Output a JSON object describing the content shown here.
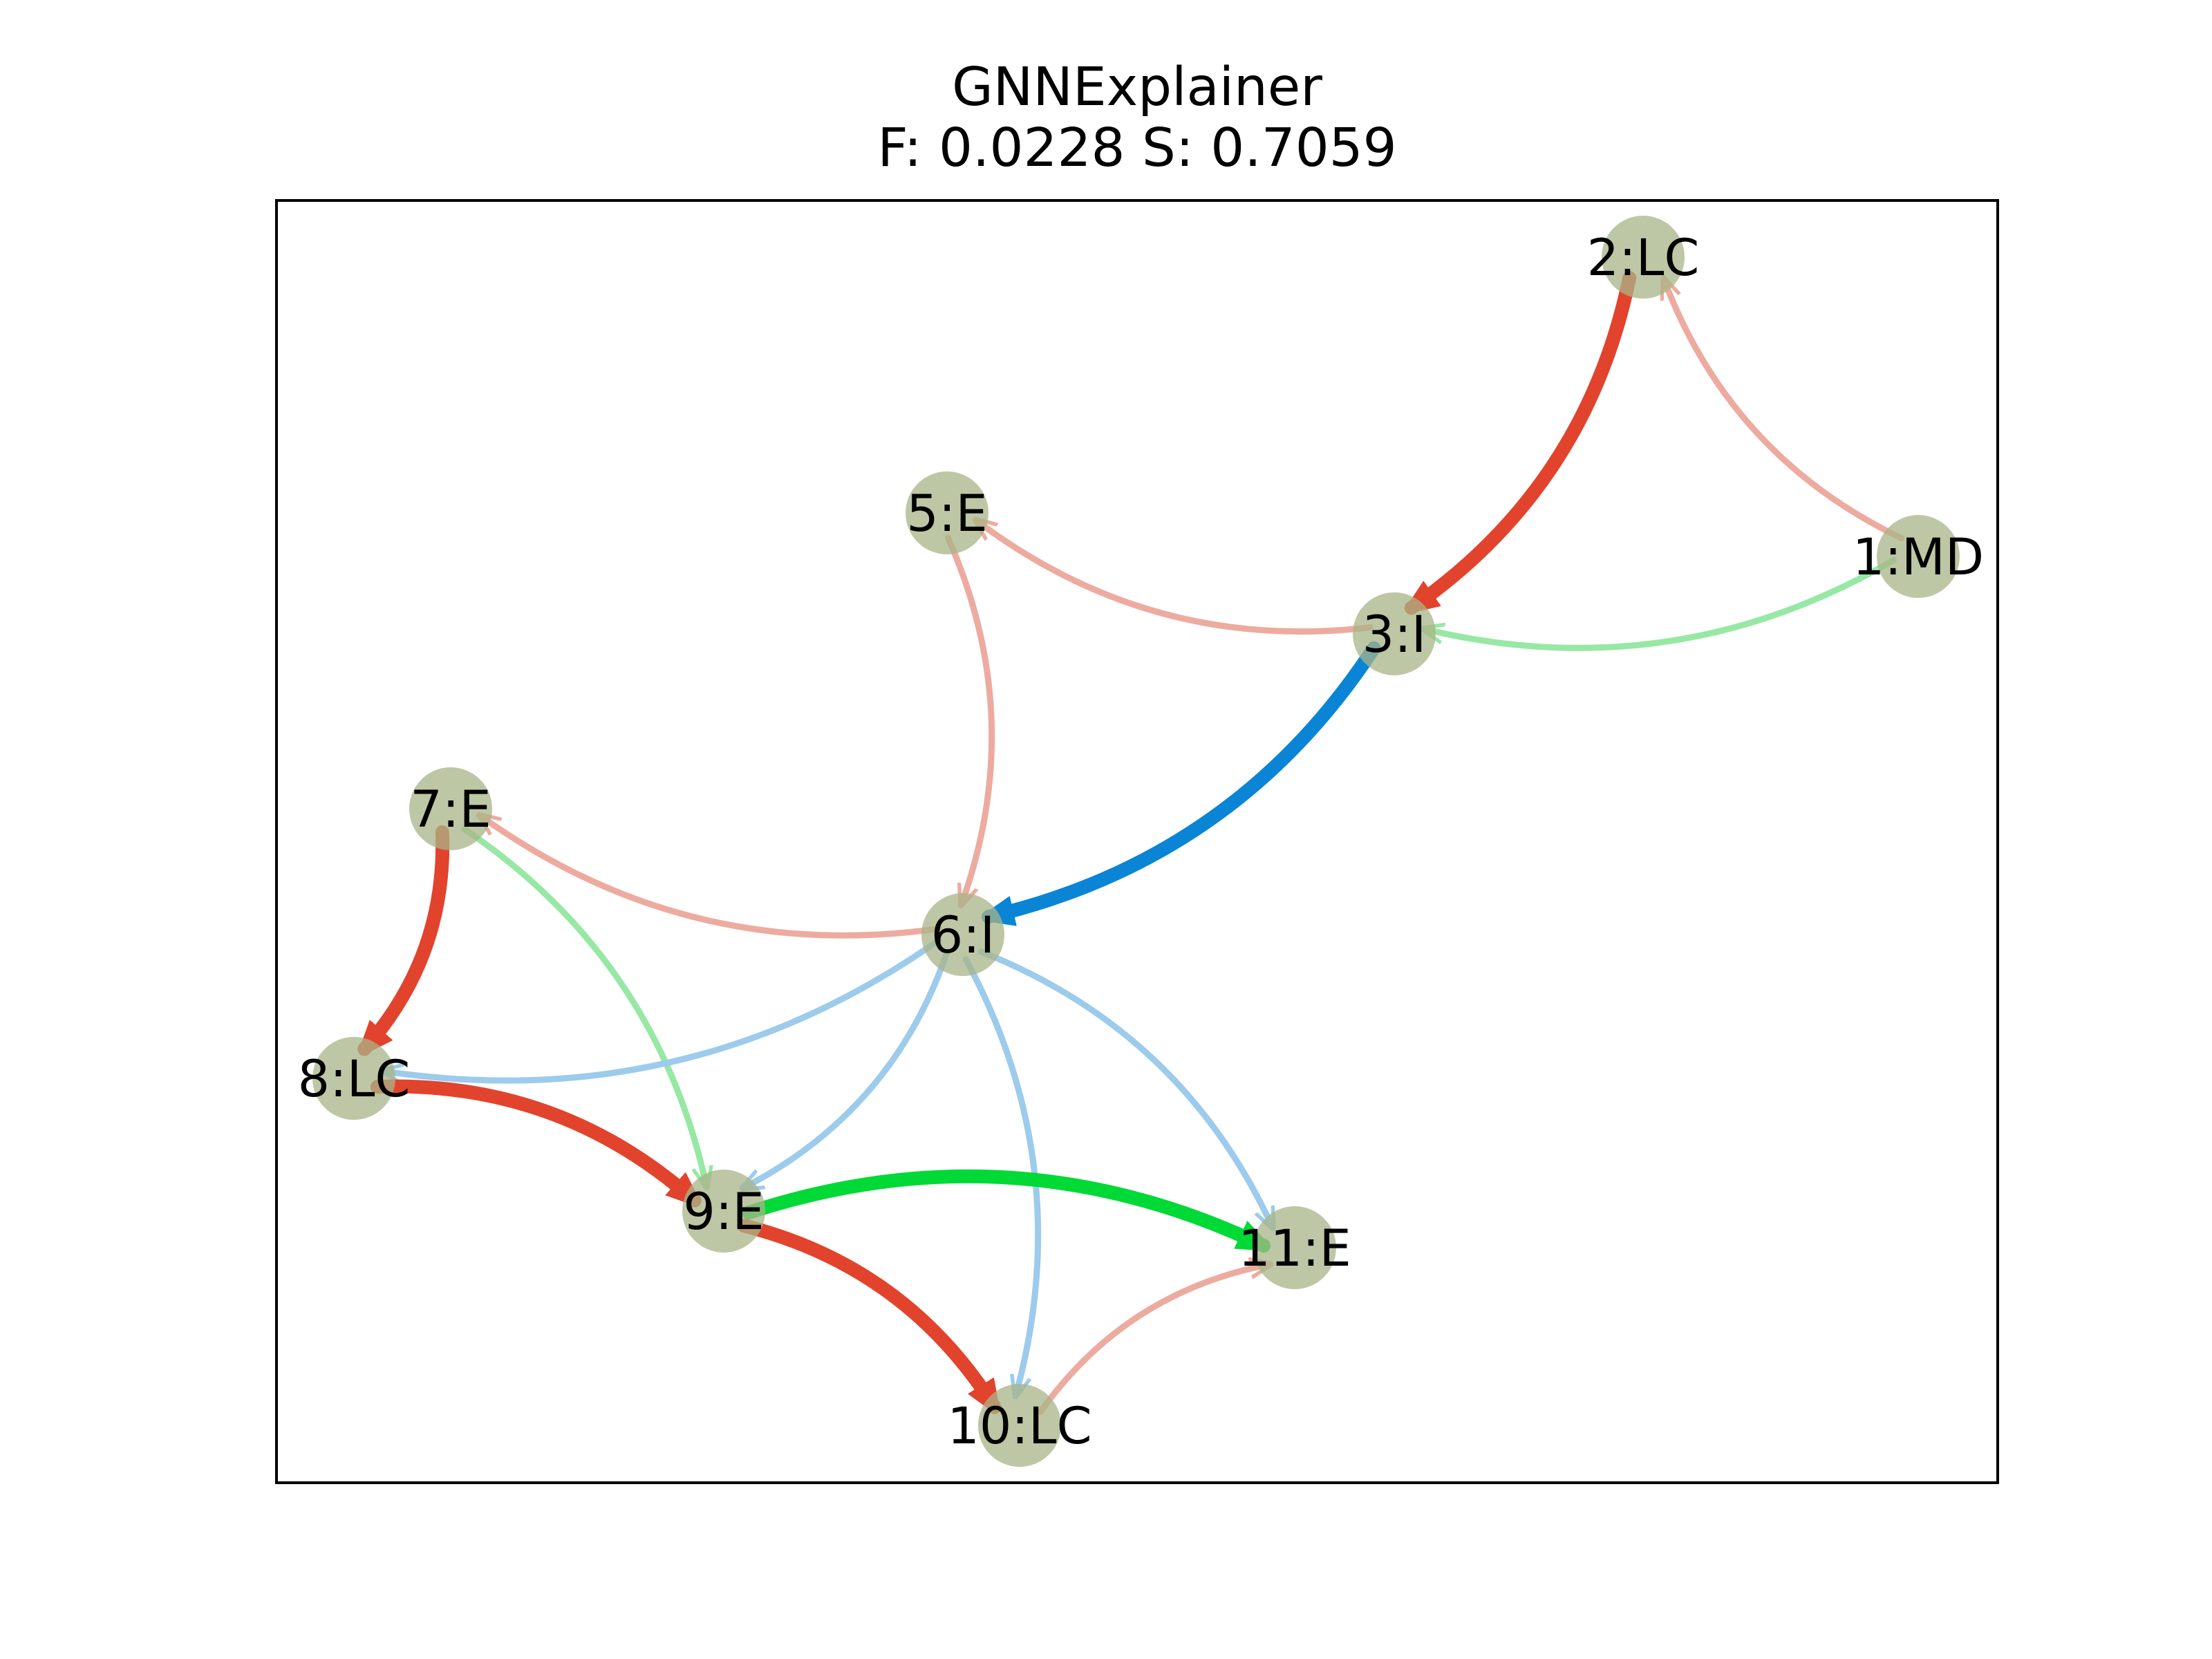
{
  "figure": {
    "title": "GNNExplainer",
    "subtitle": "F: 0.0228  S: 0.7059"
  },
  "colors": {
    "node_fill": "#a8b487",
    "frame": "#000000",
    "red_strong": "#e2432d",
    "red_faint": "#edaba0",
    "blue_strong": "#0a85d5",
    "blue_faint": "#9ccbec",
    "green_strong": "#00d936",
    "green_faint": "#97e8a5"
  },
  "graph": {
    "nodes": [
      {
        "id": 1,
        "label": "1:MD"
      },
      {
        "id": 2,
        "label": "2:LC"
      },
      {
        "id": 3,
        "label": "3:I"
      },
      {
        "id": 5,
        "label": "5:E"
      },
      {
        "id": 6,
        "label": "6:I"
      },
      {
        "id": 7,
        "label": "7:E"
      },
      {
        "id": 8,
        "label": "8:LC"
      },
      {
        "id": 9,
        "label": "9:E"
      },
      {
        "id": 10,
        "label": "10:LC"
      },
      {
        "id": 11,
        "label": "11:E"
      }
    ],
    "edges": [
      {
        "source": 1,
        "target": 2,
        "color": "red",
        "importance": "low"
      },
      {
        "source": 2,
        "target": 3,
        "color": "red",
        "importance": "high"
      },
      {
        "source": 1,
        "target": 3,
        "color": "green",
        "importance": "low"
      },
      {
        "source": 3,
        "target": 5,
        "color": "red",
        "importance": "low"
      },
      {
        "source": 3,
        "target": 6,
        "color": "blue",
        "importance": "high"
      },
      {
        "source": 5,
        "target": 6,
        "color": "red",
        "importance": "low"
      },
      {
        "source": 6,
        "target": 7,
        "color": "red",
        "importance": "low"
      },
      {
        "source": 7,
        "target": 8,
        "color": "red",
        "importance": "high"
      },
      {
        "source": 7,
        "target": 9,
        "color": "green",
        "importance": "low"
      },
      {
        "source": 6,
        "target": 8,
        "color": "blue",
        "importance": "low"
      },
      {
        "source": 6,
        "target": 9,
        "color": "blue",
        "importance": "low"
      },
      {
        "source": 6,
        "target": 10,
        "color": "blue",
        "importance": "low"
      },
      {
        "source": 6,
        "target": 11,
        "color": "blue",
        "importance": "low"
      },
      {
        "source": 8,
        "target": 9,
        "color": "red",
        "importance": "high"
      },
      {
        "source": 9,
        "target": 10,
        "color": "red",
        "importance": "high"
      },
      {
        "source": 9,
        "target": 11,
        "color": "green",
        "importance": "high"
      },
      {
        "source": 10,
        "target": 11,
        "color": "red",
        "importance": "low"
      }
    ]
  }
}
